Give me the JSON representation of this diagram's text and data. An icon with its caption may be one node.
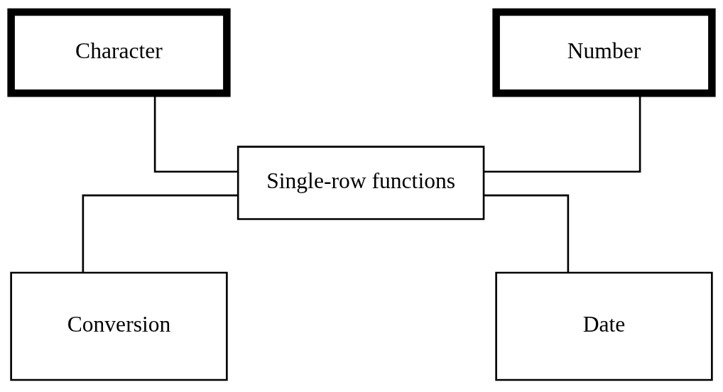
{
  "diagram": {
    "nodes": [
      {
        "text": [
          "Character"
        ]
      },
      {
        "text": [
          "Number"
        ]
      },
      {
        "text": [
          "Single-row functions"
        ]
      },
      {
        "text": [
          "Conversion"
        ]
      },
      {
        "text": [
          "Date"
        ]
      }
    ],
    "edges": [
      {
        "from": 0,
        "to": 2,
        "arrow": "none"
      },
      {
        "from": 1,
        "to": 2,
        "arrow": "none"
      },
      {
        "from": 2,
        "to": 3,
        "arrow": "none"
      },
      {
        "from": 2,
        "to": 4,
        "arrow": "none"
      }
    ]
  }
}
